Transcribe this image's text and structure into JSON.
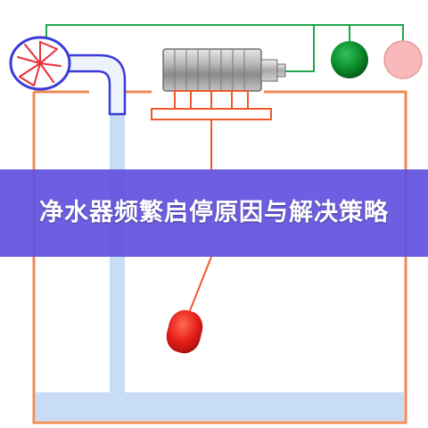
{
  "banner": {
    "title": "净水器频繁启停原因与解决策略"
  },
  "colors": {
    "banner_bg": "#6250de",
    "tank_outline": "#f08a55",
    "water": "#c9dcf5",
    "pipe_outline": "#3b3bd8",
    "pipe_fill": "#eef3fb",
    "wire": "#1fa84a",
    "fan_blades": "#e8303a",
    "indicator_green": "#0c8f2a",
    "indicator_pink": "#f7b9b9",
    "float_ball": "#e82622",
    "flange": "#f05a2b",
    "motor": "#9a9a9a"
  },
  "icons": {
    "pump": "fan-pump-icon",
    "motor": "motor-icon",
    "float": "float-switch-icon",
    "lamp_on": "indicator-lamp-on",
    "lamp_off": "indicator-lamp-off"
  }
}
